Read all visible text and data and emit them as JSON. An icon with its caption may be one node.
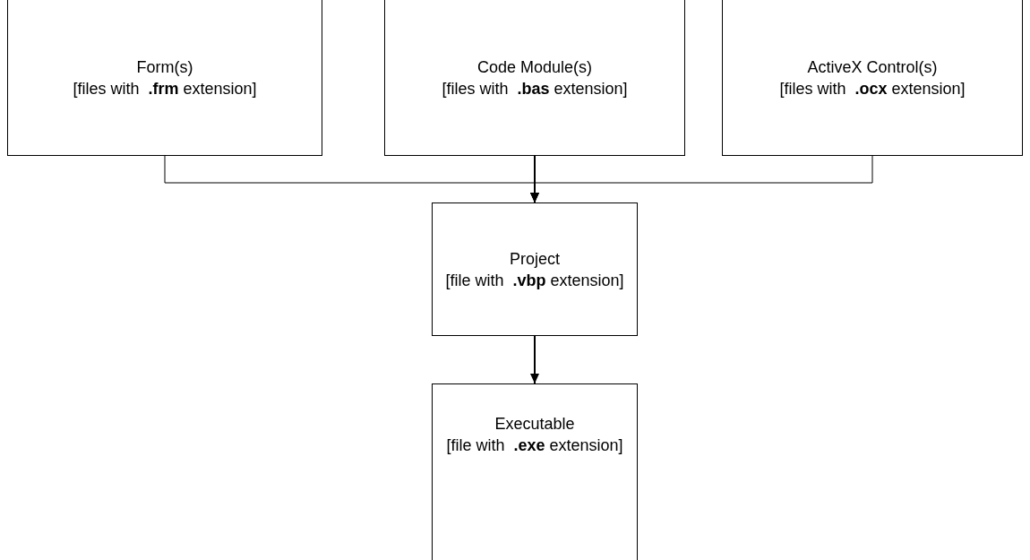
{
  "diagram": {
    "nodes": [
      {
        "text": [
          "Form(s)",
          "[files with  **.frm** extension]"
        ]
      },
      {
        "text": [
          "Code Module(s)",
          "[files with  **.bas** extension]"
        ]
      },
      {
        "text": [
          "ActiveX Control(s)",
          "[files with  **.ocx** extension]"
        ]
      },
      {
        "text": [
          "Project",
          "[file with  **.vbp** extension]"
        ]
      },
      {
        "text": [
          "Executable",
          "[file with  **.exe** extension]"
        ]
      }
    ],
    "edges": [
      {
        "from": 0,
        "to": 3,
        "arrow": "to"
      },
      {
        "from": 1,
        "to": 3,
        "arrow": "to"
      },
      {
        "from": 2,
        "to": 3,
        "arrow": "to"
      },
      {
        "from": 3,
        "to": 4,
        "arrow": "to"
      }
    ]
  }
}
